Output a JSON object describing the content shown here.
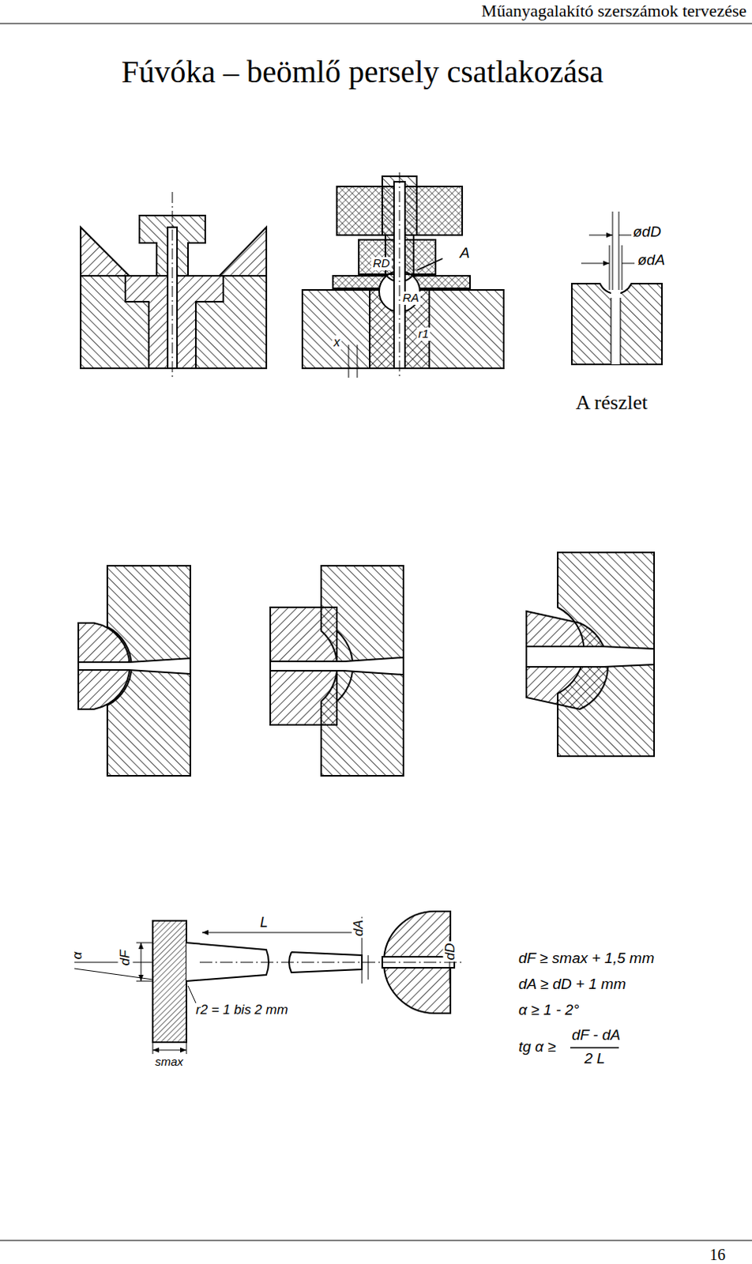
{
  "diagram": {
    "title": "Fúvóka – beömlő persely csatlakozása",
    "labels": [
      "Műanyagalakító szerszámok tervezése",
      "RD",
      "A",
      "RA",
      "r1",
      "x",
      "ødD",
      "ødA",
      "A részlet",
      "α",
      "dF",
      "L",
      "dA",
      "dD",
      "r2 = 1 bis 2 mm",
      "smax",
      "dF ≥ smax + 1,5 mm",
      "dA ≥ dD + 1 mm",
      "α ≥ 1 - 2°",
      "tg α ≥",
      "dF - dA",
      "2 L",
      "16"
    ]
  }
}
